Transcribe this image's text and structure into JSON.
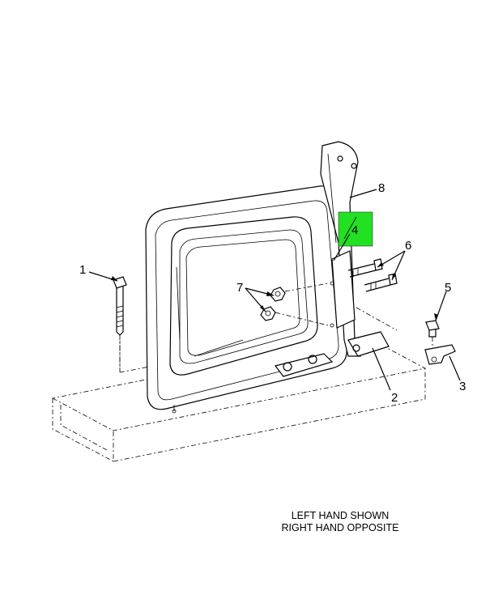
{
  "callouts": {
    "c1": "1",
    "c2": "2",
    "c3": "3",
    "c4": "4",
    "c5": "5",
    "c6": "6",
    "c7": "7",
    "c8": "8"
  },
  "caption": {
    "line1": "LEFT HAND SHOWN",
    "line2": "RIGHT HAND OPPOSITE"
  },
  "colors": {
    "highlight": "#22e022"
  }
}
